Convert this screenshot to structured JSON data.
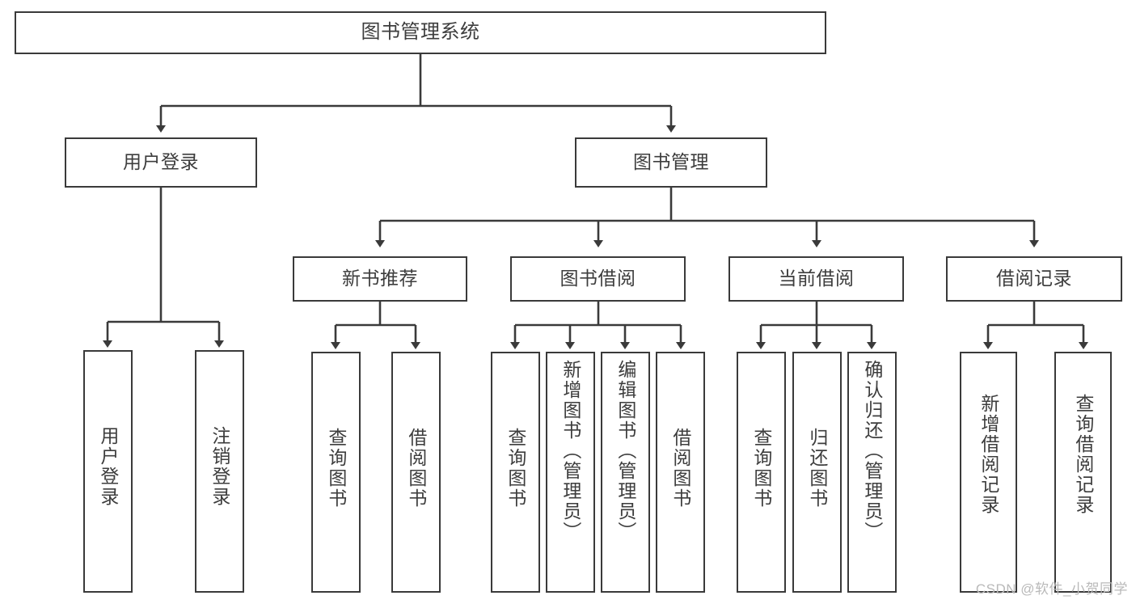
{
  "diagram": {
    "title": "图书管理系统",
    "type": "tree-hierarchy",
    "root": {
      "label": "图书管理系统"
    },
    "level1": [
      {
        "label": "用户登录"
      },
      {
        "label": "图书管理"
      }
    ],
    "level2": [
      {
        "label": "新书推荐"
      },
      {
        "label": "图书借阅"
      },
      {
        "label": "当前借阅"
      },
      {
        "label": "借阅记录"
      }
    ],
    "leaves_user_login": [
      {
        "label": "用户登录"
      },
      {
        "label": "注销登录"
      }
    ],
    "leaves_new_book": [
      {
        "label": "查询图书"
      },
      {
        "label": "借阅图书"
      }
    ],
    "leaves_borrow": [
      {
        "label": "查询图书"
      },
      {
        "label": "新增图书（管理员）"
      },
      {
        "label": "编辑图书（管理员）"
      },
      {
        "label": "借阅图书"
      }
    ],
    "leaves_current": [
      {
        "label": "查询图书"
      },
      {
        "label": "归还图书"
      },
      {
        "label": "确认归还（管理员）"
      }
    ],
    "leaves_records": [
      {
        "label": "新增借阅记录"
      },
      {
        "label": "查询借阅记录"
      }
    ]
  },
  "watermark": {
    "text": "CSDN @软件_小贺同学"
  },
  "colors": {
    "border": "#3a3a3a",
    "text": "#3d3d3d",
    "background": "#ffffff",
    "watermark": "#b9b9b9"
  }
}
